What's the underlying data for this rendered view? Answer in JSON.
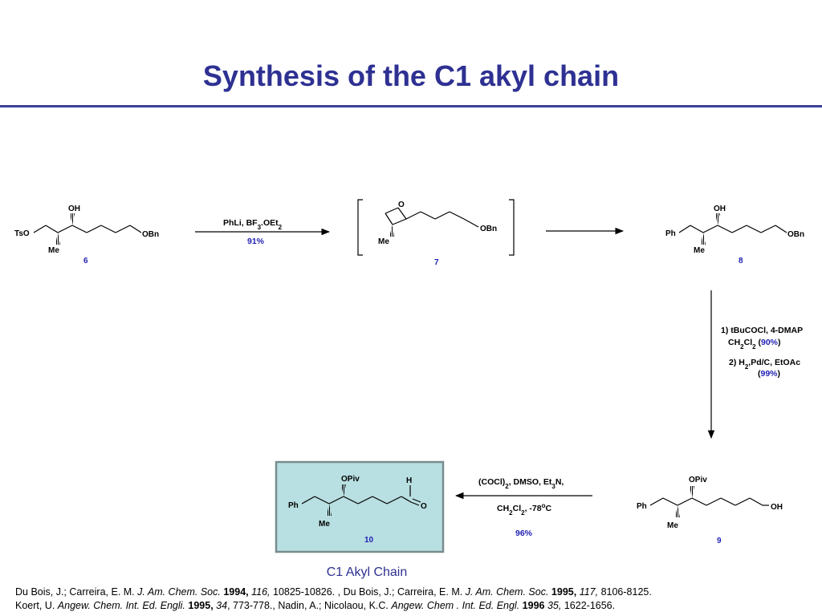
{
  "title": "Synthesis of the C1 akyl chain",
  "colors": {
    "title": "#2e3192",
    "compound_number": "#1f1fb4",
    "highlight_box": "#b8dfe1",
    "highlight_border": "#7a8c8e"
  },
  "compounds": {
    "c6": {
      "number": "6",
      "oh": "OH",
      "tso": "TsO",
      "me": "Me",
      "obn": "OBn"
    },
    "c7": {
      "number": "7",
      "o": "O",
      "me": "Me",
      "obn": "OBn"
    },
    "c8": {
      "number": "8",
      "oh": "OH",
      "ph": "Ph",
      "me": "Me",
      "obn": "OBn"
    },
    "c9": {
      "number": "9",
      "opiv": "OPiv",
      "ph": "Ph",
      "me": "Me",
      "oh": "OH"
    },
    "c10": {
      "number": "10",
      "opiv": "OPiv",
      "ph": "Ph",
      "me": "Me",
      "h": "H",
      "o": "O"
    }
  },
  "steps": {
    "step1": {
      "reagents": "PhLi, BF3.OEt2",
      "yield": "91%"
    },
    "step3a": {
      "reagents": "1) tBuCOCl, 4-DMAP",
      "solvent": "CH2Cl2",
      "yield": "90%"
    },
    "step3b": {
      "reagents": "2) H2,Pd/C, EtOAc",
      "yield": "99%"
    },
    "step4": {
      "reagents": "(COCl)2, DMSO, Et3N,",
      "conditions": "CH2Cl2, -78oC",
      "yield": "96%"
    }
  },
  "caption": "C1 Akyl Chain",
  "references": {
    "line1": {
      "authors1": "Du Bois, J.; Carreira, E. M. ",
      "journal1": "J. Am. Chem. Soc.",
      "year1": "1994,",
      "vol1": "116,",
      "pages1": "10825-10826. , ",
      "authors2": "Du Bois, J.; Carreira, E. M. ",
      "journal2": "J. Am. Chem. Soc.",
      "year2": "1995,",
      "vol2": "117,",
      "pages2": "8106-8125."
    },
    "line2": {
      "authors1": "Koert, U. ",
      "journal1": "Angew. Chem. Int. Ed. Engli.",
      "year1": "1995,",
      "vol1": "34",
      "pages1": ", 773-778., ",
      "authors2": "Nadin, A.; Nicolaou, K.C. ",
      "journal2": "Angew. Chem . Int. Ed. Engl.",
      "year2": "1996",
      "vol2": "35,",
      "pages2": "1622-1656."
    }
  }
}
